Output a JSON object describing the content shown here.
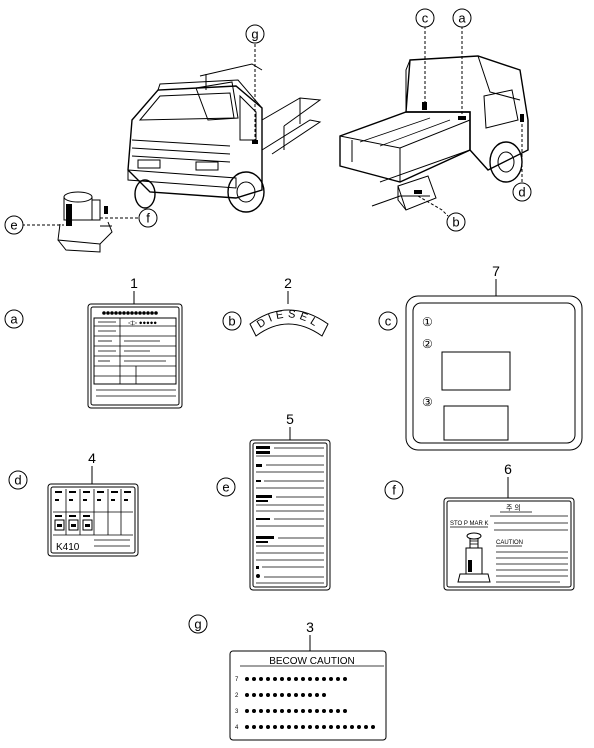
{
  "callout_letters": {
    "a": "a",
    "b": "b",
    "c": "c",
    "d": "d",
    "e": "e",
    "f": "f",
    "g": "g"
  },
  "part_numbers": {
    "p1": "1",
    "p2": "2",
    "p3": "3",
    "p4": "4",
    "p5": "5",
    "p6": "6",
    "p7": "7"
  },
  "labels": {
    "diesel_text": "DIESEL",
    "fuse_label_model": "K410",
    "jack_label_heading": "주 의",
    "jack_label_stop_mark": "STO P MAR K",
    "jack_label_caution": "CAUTION",
    "caution_label_title": "BECOW CAUTION",
    "caution_label_rows": [
      "7",
      "2",
      "3",
      "4"
    ],
    "circled_items": [
      "①",
      "②",
      "③"
    ]
  }
}
